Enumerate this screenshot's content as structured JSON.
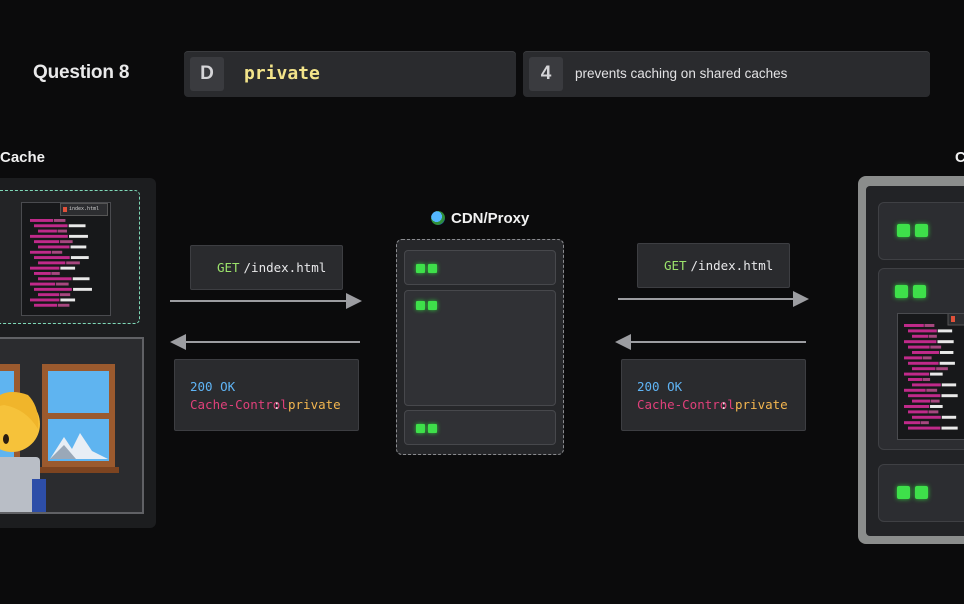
{
  "header": {
    "question_label": "Question 8",
    "answer_key": "D",
    "answer_value": "private",
    "match_number": "4",
    "match_description": "prevents caching on shared caches"
  },
  "left": {
    "title": "Cache",
    "file_tag": "index.html"
  },
  "cdn": {
    "title": "CDN/Proxy"
  },
  "right": {
    "title": "C"
  },
  "request": {
    "method": "GET",
    "path": " /index.html"
  },
  "response": {
    "status": "200 OK",
    "header_name": "Cache-Control",
    "header_sep": ": ",
    "header_value": "private"
  },
  "colors": {
    "led_green": "#3ee04a",
    "answer_yellow": "#f3e48a",
    "status_blue": "#5fb4f5",
    "header_pink": "#e0407a",
    "value_orange": "#f4b64f"
  },
  "icons": [
    "globe-icon",
    "html-file-icon",
    "person-emoji",
    "window-illustration",
    "server-icon"
  ]
}
